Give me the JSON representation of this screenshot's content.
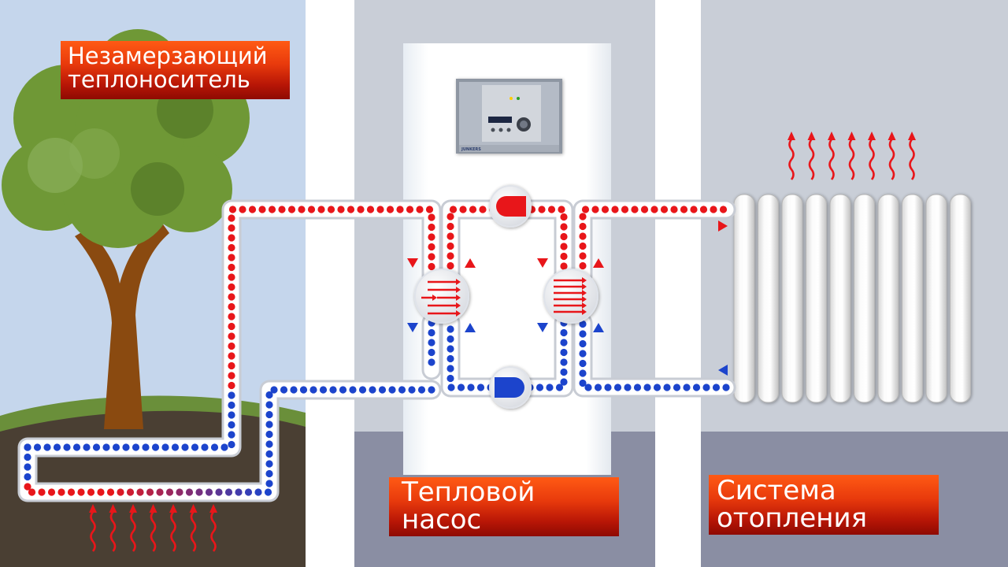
{
  "labels": {
    "source": [
      "Незамерзающий",
      "теплоноситель"
    ],
    "pump": [
      "Тепловой",
      "насос"
    ],
    "heating": [
      "Система",
      "отопления"
    ]
  },
  "controller": {
    "brand": "JUNKERS"
  },
  "colors": {
    "hot": "#e8161a",
    "cold": "#1c44cc",
    "label_top": "#ff5a14",
    "label_bottom": "#8e0a02",
    "sky": "#c5d6ec",
    "soil": "#4a3f33",
    "grass": "#6a8f3a",
    "room_wall": "#c8cdd6",
    "floor": "#8b8fa3"
  },
  "icons": {
    "heat_wave": "wavy-arrow-up-icon",
    "pump": "circulation-pump-icon",
    "exchanger": "heat-exchanger-icon",
    "flow": "triangle-arrow-icon"
  }
}
